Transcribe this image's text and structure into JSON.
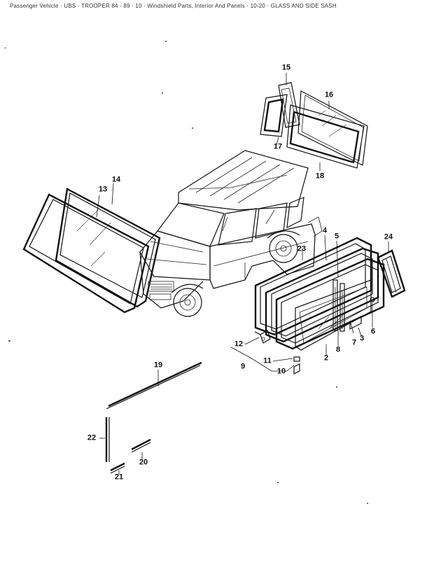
{
  "header": {
    "text": "Passenger Vehicle · UBS · TROOPER 84 - 89 · 10 · Windshield Parts, Interior And Panels · 10-20 · GLASS AND SIDE SASH"
  },
  "diagram": {
    "callouts": [
      "2",
      "3",
      "4",
      "5",
      "6",
      "7",
      "8",
      "9",
      "10",
      "11",
      "12",
      "13",
      "14",
      "15",
      "16",
      "17",
      "18",
      "19",
      "20",
      "21",
      "22",
      "23",
      "24"
    ]
  }
}
